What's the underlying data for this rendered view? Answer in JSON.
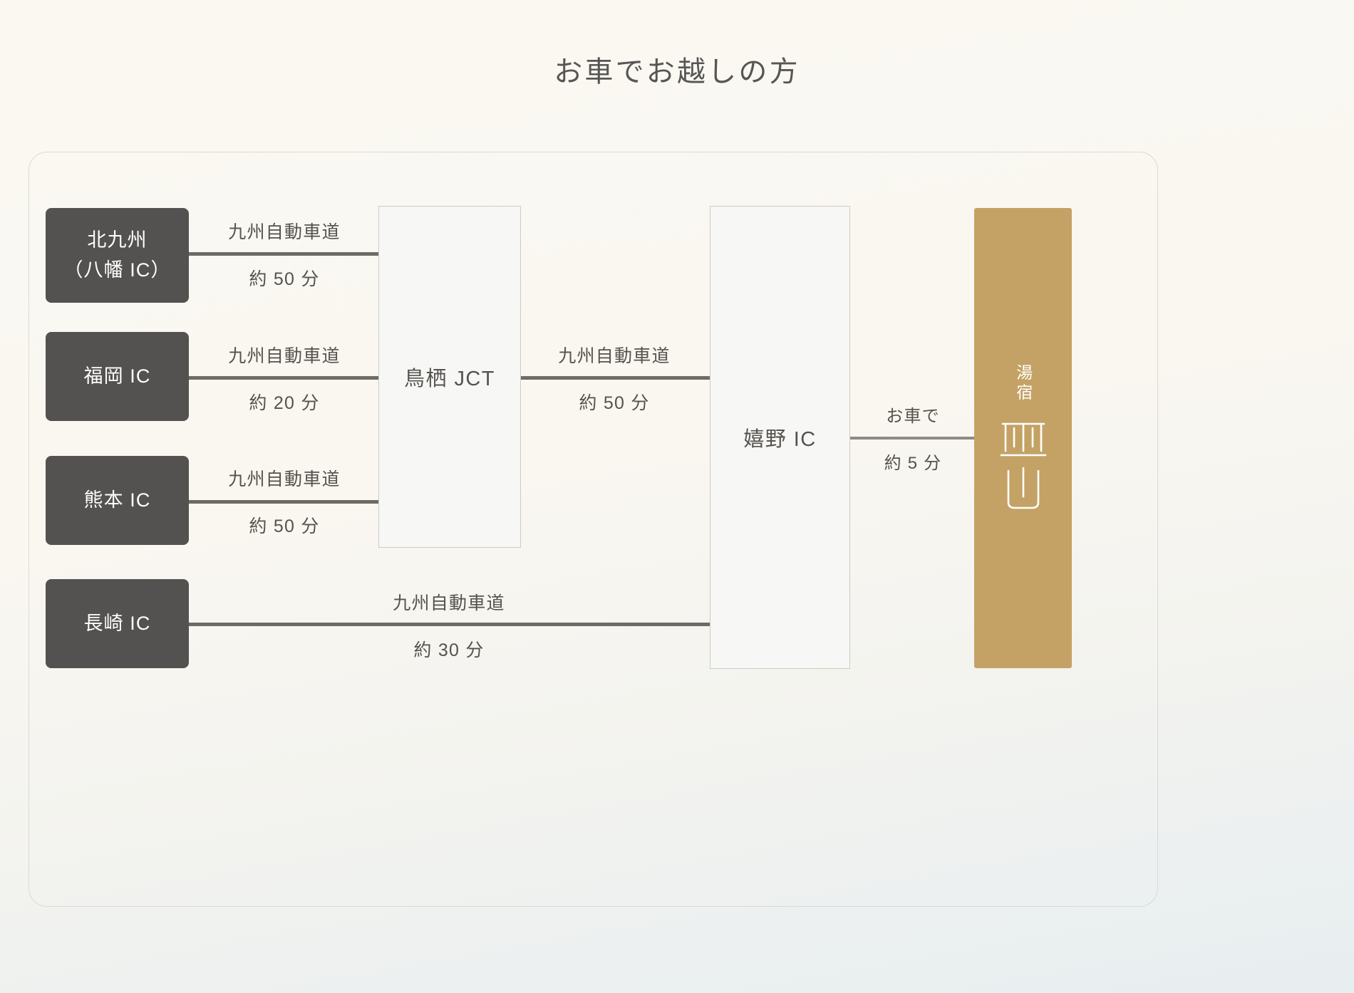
{
  "page": {
    "title": "お車でお越しの方"
  },
  "origins": [
    {
      "name": "kitakyushu",
      "line1": "北九州",
      "line2": "（八幡 IC）"
    },
    {
      "name": "fukuoka",
      "line1": "福岡 IC",
      "line2": ""
    },
    {
      "name": "kumamoto",
      "line1": "熊本 IC",
      "line2": ""
    },
    {
      "name": "nagasaki",
      "line1": "長崎 IC",
      "line2": ""
    }
  ],
  "nodes": {
    "tosu_jct": "鳥栖 JCT",
    "ureshino_ic": "嬉野 IC"
  },
  "destination": {
    "label": "湯宿",
    "mark": "yuyado-seal-icon"
  },
  "connectors": [
    {
      "name": "kitakyushu-to-tosu",
      "route": "九州自動車道",
      "duration": "約 50 分"
    },
    {
      "name": "fukuoka-to-tosu",
      "route": "九州自動車道",
      "duration": "約 20 分"
    },
    {
      "name": "kumamoto-to-tosu",
      "route": "九州自動車道",
      "duration": "約 50 分"
    },
    {
      "name": "nagasaki-to-ureshino",
      "route": "九州自動車道",
      "duration": "約 30 分"
    },
    {
      "name": "tosu-to-ureshino",
      "route": "九州自動車道",
      "duration": "約 50 分"
    },
    {
      "name": "ureshino-to-destination",
      "route": "お車で",
      "duration": "約 5 分"
    }
  ],
  "colors": {
    "origin_box": "#545251",
    "node_box": "#f7f7f5",
    "destination_box": "#c4a265",
    "line": "#6d6a67",
    "text": "#55534f",
    "page_background": "#fbf8f2"
  }
}
